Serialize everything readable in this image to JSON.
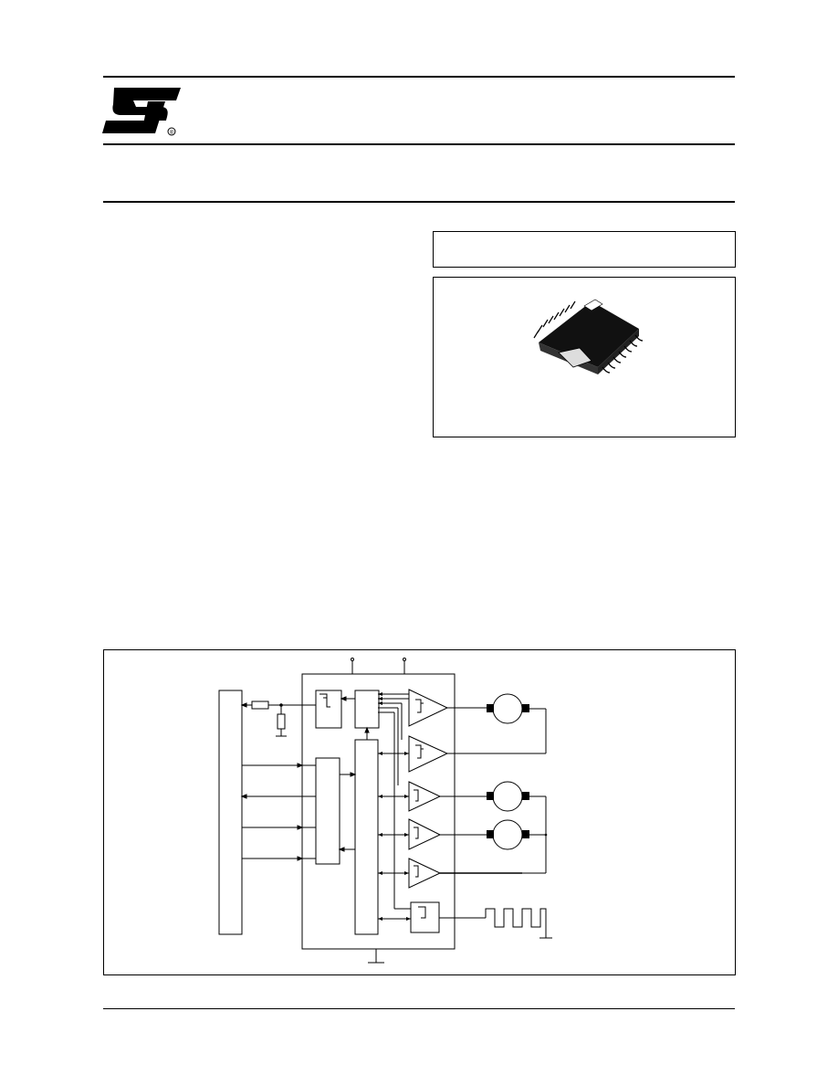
{
  "header": {
    "logo": "ST",
    "logo_mark": "®"
  },
  "package_box": {
    "title": "",
    "image_name": "power-so-package-icon"
  },
  "block_diagram": {
    "blocks": [
      "microcontroller-bus",
      "status-block",
      "control-logic",
      "input-interface",
      "output-driver-1",
      "output-driver-2",
      "output-driver-3",
      "output-driver-4",
      "output-driver-5",
      "oscillator-block"
    ],
    "loads": [
      "motor-1",
      "motor-2",
      "motor-3"
    ]
  },
  "colors": {
    "ink": "#000000",
    "paper": "#ffffff"
  }
}
